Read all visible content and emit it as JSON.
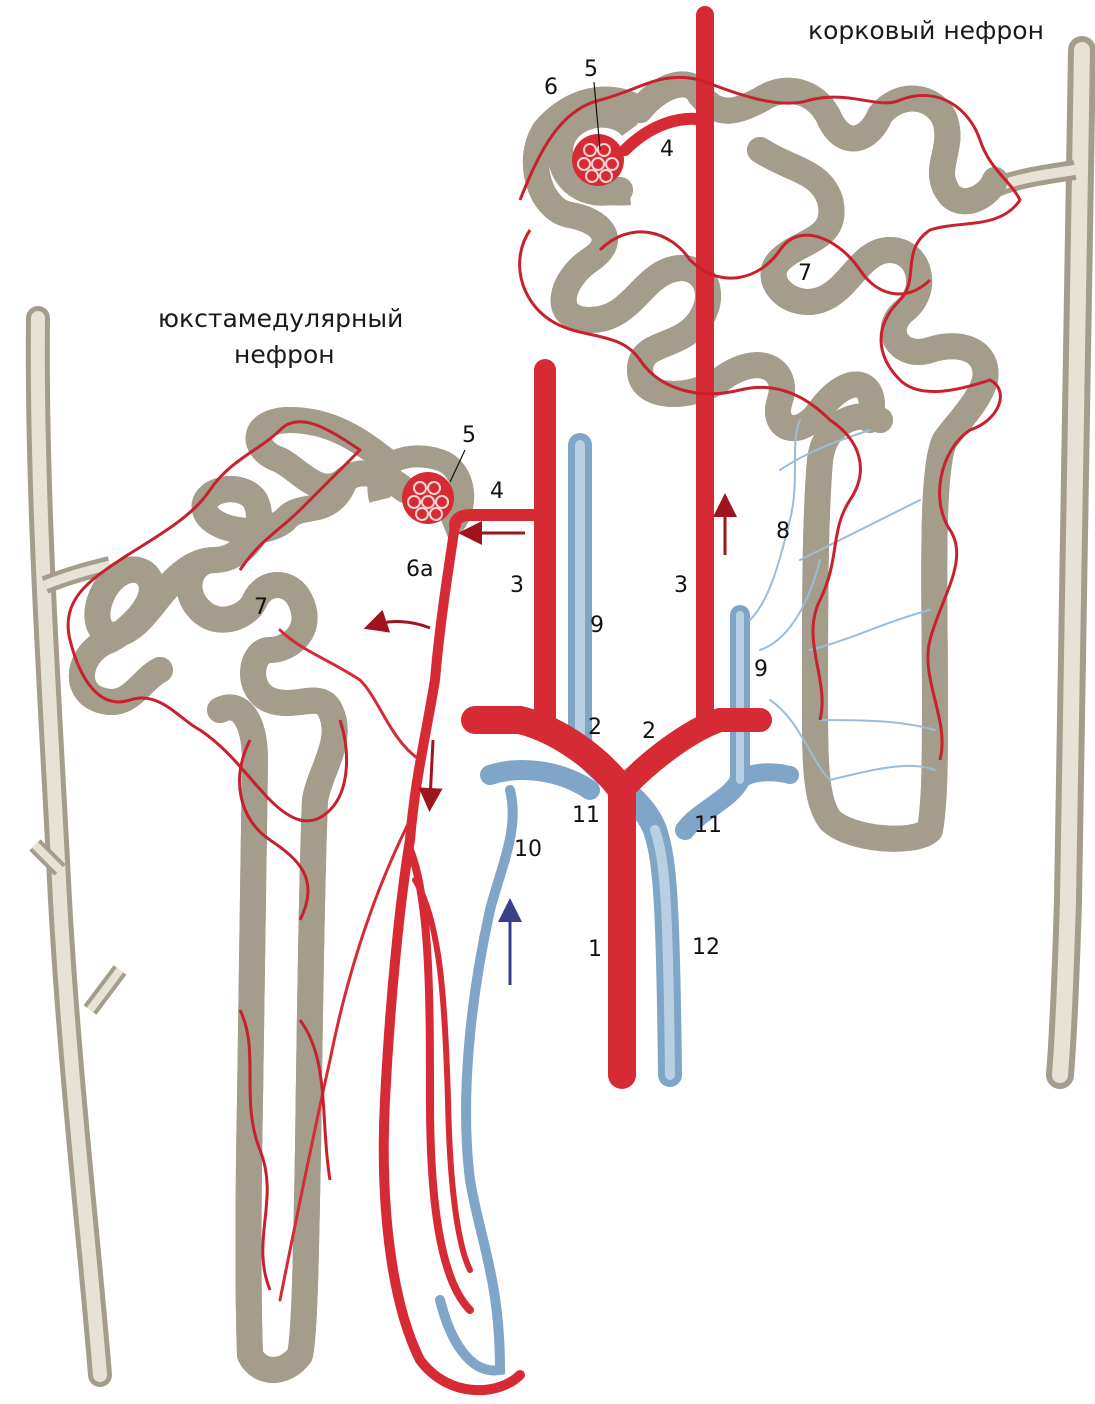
{
  "titles": {
    "cortical": "корковый нефрон",
    "juxta_line1": "юкстамедулярный",
    "juxta_line2": "нефрон"
  },
  "labels": {
    "n1": "1",
    "n2_left": "2",
    "n2_right": "2",
    "n3_left": "3",
    "n3_right": "3",
    "n4_cortical": "4",
    "n4_juxta": "4",
    "n5_cortical": "5",
    "n5_juxta": "5",
    "n6": "6",
    "n6a": "6а",
    "n7_juxta": "7",
    "n7_cortical": "7",
    "n8": "8",
    "n9_center": "9",
    "n9_right": "9",
    "n10": "10",
    "n11_left": "11",
    "n11_right": "11",
    "n12": "12"
  },
  "colors": {
    "artery": "#d62b35",
    "artery_dark": "#a3141e",
    "vein": "#7fa5c8",
    "vein_light": "#b8d0e4",
    "tubule": "#bdb7a6",
    "tubule_light": "#e6e2d6",
    "capillary": "#c8202c",
    "flow_arrow_red": "#a0141e",
    "flow_arrow_blue": "#3a3f8a"
  }
}
